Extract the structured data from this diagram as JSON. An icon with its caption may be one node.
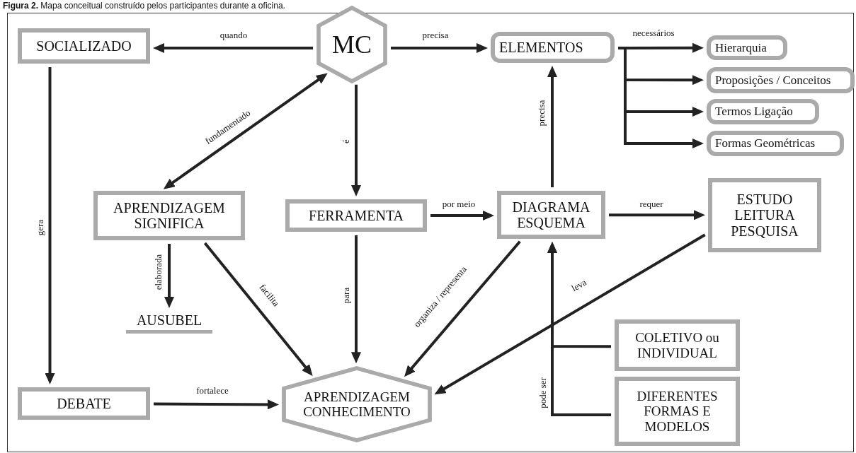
{
  "diagram": {
    "caption": "**Figura 2.** Mapa conceitual construído pelos participantes durante a oficina.",
    "nodes": [
      {
        "text": [
          "SOCIALIZADO"
        ]
      },
      {
        "text": [
          "MC"
        ]
      },
      {
        "text": [
          "ELEMENTOS"
        ]
      },
      {
        "text": [
          "Hierarquia"
        ]
      },
      {
        "text": [
          "Proposições / Conceitos"
        ]
      },
      {
        "text": [
          "Termos Ligação"
        ]
      },
      {
        "text": [
          "Formas Geométricas"
        ]
      },
      {
        "text": [
          "APRENDIZAGEM SIGNIFICA"
        ]
      },
      {
        "text": [
          "FERRAMENTA"
        ]
      },
      {
        "text": [
          "DIAGRAMA ESQUEMA"
        ]
      },
      {
        "text": [
          "ESTUDO LEITURA PESQUISA"
        ]
      },
      {
        "text": [
          "AUSUBEL"
        ]
      },
      {
        "text": [
          "DEBATE"
        ]
      },
      {
        "text": [
          "APRENDIZAGEM CONHECIMENTO"
        ]
      },
      {
        "text": [
          "COLETIVO ou INDIVIDUAL"
        ]
      },
      {
        "text": [
          "DIFERENTES FORMAS E MODELOS"
        ]
      }
    ],
    "edges": [
      {
        "from": 1,
        "to": 0,
        "arrow": "to",
        "label": "quando"
      },
      {
        "from": 1,
        "to": 2,
        "arrow": "to",
        "label": "precisa"
      },
      {
        "from": 2,
        "to": 3,
        "arrow": "to",
        "label": "necessários"
      },
      {
        "from": 2,
        "to": 4,
        "arrow": "to"
      },
      {
        "from": 2,
        "to": 5,
        "arrow": "to"
      },
      {
        "from": 2,
        "to": 6,
        "arrow": "to"
      },
      {
        "from": 7,
        "to": 1,
        "arrow": "both",
        "label": "fundamentado"
      },
      {
        "from": 1,
        "to": 8,
        "arrow": "to",
        "label": "é"
      },
      {
        "from": 0,
        "to": 12,
        "arrow": "to",
        "label": "gera"
      },
      {
        "from": 8,
        "to": 9,
        "arrow": "to",
        "label": "por meio"
      },
      {
        "from": 9,
        "to": 2,
        "arrow": "to",
        "label": "precisa"
      },
      {
        "from": 9,
        "to": 10,
        "arrow": "to",
        "label": "requer"
      },
      {
        "from": 7,
        "to": 11,
        "arrow": "to",
        "label": "elaborada"
      },
      {
        "from": 7,
        "to": 13,
        "arrow": "to",
        "label": "facilita"
      },
      {
        "from": 8,
        "to": 13,
        "arrow": "to",
        "label": "para"
      },
      {
        "from": 9,
        "to": 13,
        "arrow": "to",
        "label": "organiza / representa"
      },
      {
        "from": 10,
        "to": 13,
        "arrow": "to",
        "label": "leva"
      },
      {
        "from": 14,
        "to": 9,
        "arrow": "to"
      },
      {
        "from": 15,
        "to": 9,
        "arrow": "to",
        "label": "pode ser"
      },
      {
        "from": 12,
        "to": 13,
        "arrow": "to",
        "label": "fortalece"
      }
    ]
  }
}
